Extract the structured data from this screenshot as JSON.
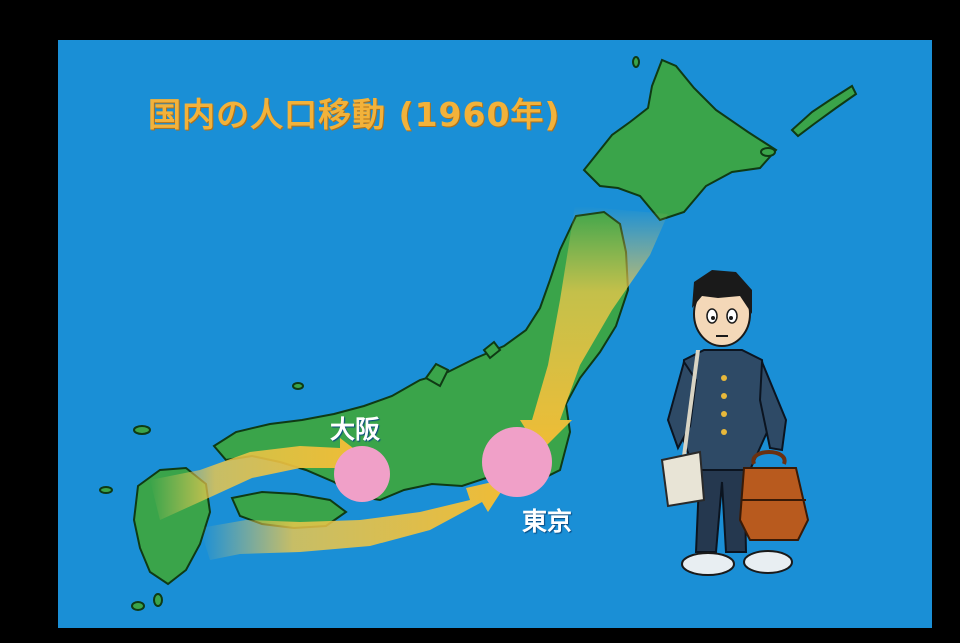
{
  "title": "国内の人口移動 (1960年)",
  "cities": {
    "osaka": "大阪",
    "tokyo": "東京"
  },
  "colors": {
    "frame": "#000000",
    "sea": "#1a8fd6",
    "land": "#3aa44a",
    "title": "#f2b23a",
    "city_marker": "#f0a0c8",
    "arrow": "#f0c040"
  }
}
